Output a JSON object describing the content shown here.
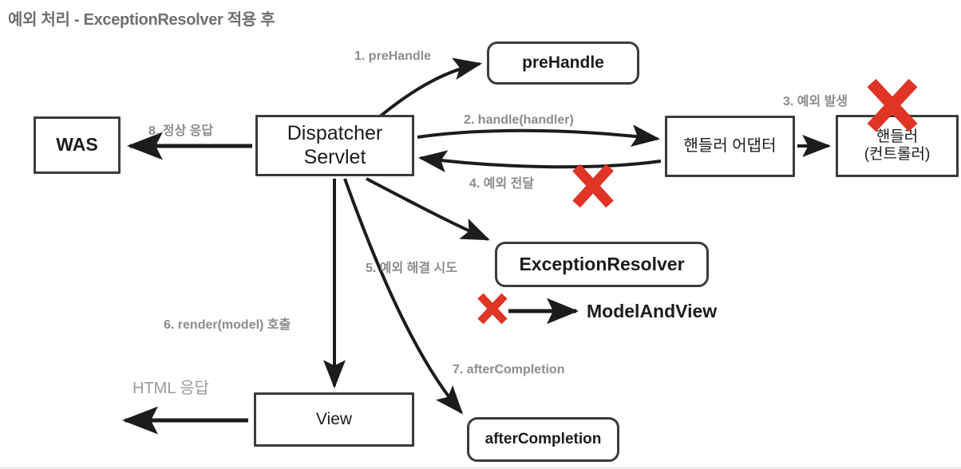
{
  "diagram": {
    "title": "예외 처리 - ExceptionResolver 적용 후",
    "accent_gray": "#8c8c8c",
    "line_color": "#1c1c1c",
    "error_color": "#e03426",
    "background": "#ffffff"
  },
  "nodes": {
    "was": {
      "label": "WAS",
      "shape": "rect"
    },
    "dispatcher": {
      "label": "Dispatcher\nServlet",
      "shape": "rect"
    },
    "prehandle": {
      "label": "preHandle",
      "shape": "round"
    },
    "handler_adapter": {
      "label": "핸들러 어댑터",
      "shape": "rect"
    },
    "handler_controller": {
      "label": "핸들러\n(컨트롤러)",
      "shape": "rect"
    },
    "exception_resolver": {
      "label": "ExceptionResolver",
      "shape": "round"
    },
    "model_and_view": {
      "label": "ModelAndView",
      "shape": "text"
    },
    "view": {
      "label": "View",
      "shape": "rect"
    },
    "after_completion": {
      "label": "afterCompletion",
      "shape": "round"
    }
  },
  "edge_labels": {
    "step1": "1. preHandle",
    "step2": "2. handle(handler)",
    "step3": "3. 예외 발생",
    "step4": "4. 예외 전달",
    "step5": "5. 예외 해결 시도",
    "step6": "6. render(model) 호출",
    "step7": "7. afterCompletion",
    "step8": "8. 정상 응답",
    "html_response": "HTML 응답"
  },
  "markers": {
    "x_on_handler": "error-x-mark",
    "x_on_step4": "error-x-mark",
    "x_on_model_and_view": "error-x-mark"
  }
}
